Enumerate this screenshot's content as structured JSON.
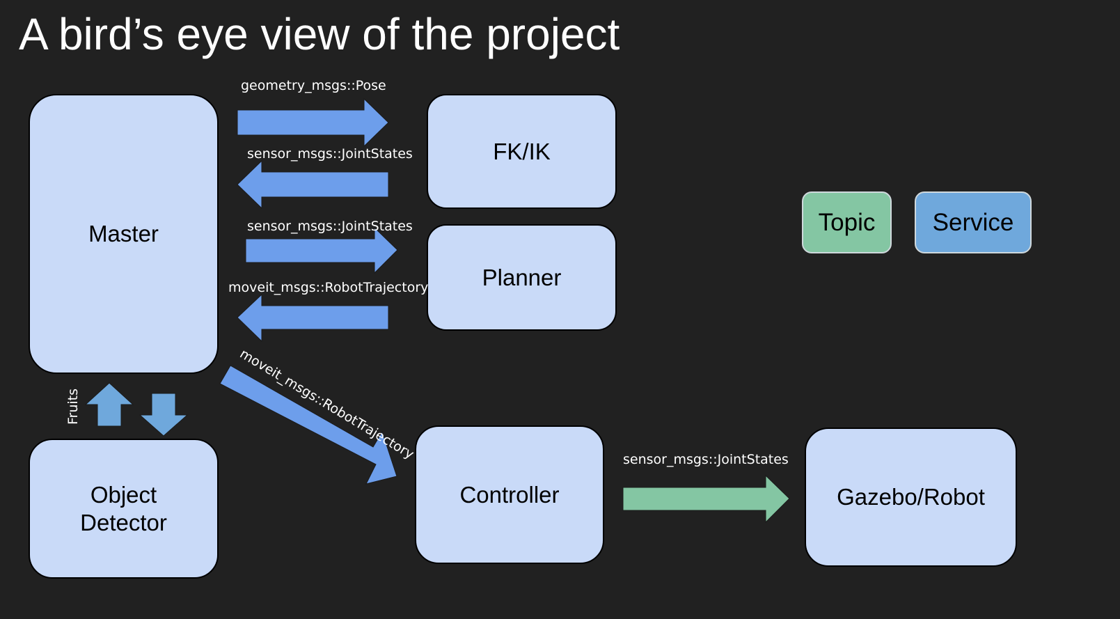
{
  "title": "A bird’s eye view of the project",
  "nodes": {
    "master": "Master",
    "fkik": "FK/IK",
    "planner": "Planner",
    "object_detector_line1": "Object",
    "object_detector_line2": "Detector",
    "controller": "Controller",
    "gazebo": "Gazebo/Robot"
  },
  "legend": {
    "topic": "Topic",
    "service": "Service",
    "topic_color": "#84c6a3",
    "service_color": "#6fa8dc"
  },
  "edges": {
    "master_to_fkik": "geometry_msgs::Pose",
    "fkik_to_master": "sensor_msgs::JointStates",
    "master_to_planner": "sensor_msgs::JointStates",
    "planner_to_master": "moveit_msgs::RobotTrajectory",
    "master_to_controller": "moveit_msgs::RobotTrajectory",
    "controller_to_gazebo": "sensor_msgs::JointStates",
    "detector_to_master": "Fruits"
  },
  "colors": {
    "background": "#212121",
    "node_fill": "#c9daf8",
    "service_arrow": "#6d9eeb",
    "fruit_arrow": "#6fa8dc",
    "topic_arrow": "#84c6a3"
  }
}
